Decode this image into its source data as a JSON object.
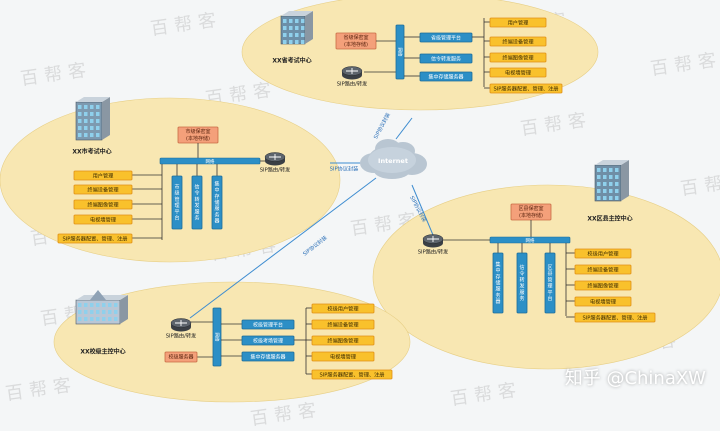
{
  "watermark": "百帮客",
  "footer": "知乎 @ChinaXW",
  "internet": "Internet",
  "link_label": "SIP协议封装",
  "router_label": "SIP路由/转发",
  "switch_label": "网络",
  "province": {
    "title": "XX省考试中心",
    "storage": [
      "省级保密室",
      "(本地存储)"
    ],
    "mid": [
      "省级管理平台",
      "信令转发服务",
      "集中存储服务器"
    ],
    "right": [
      "用户管理",
      "终端设备管理",
      "终端图像管理",
      "电视墙管理",
      "SIP服务器配置、管理、注册"
    ]
  },
  "city": {
    "title": "XX市考试中心",
    "storage": [
      "市级保密室",
      "(本地存储)"
    ],
    "left": [
      "用户管理",
      "终端设备管理",
      "终端图像管理",
      "电视墙管理",
      "SIP服务器配置、管理、注册"
    ],
    "vert": [
      "市级管理平台",
      "信令转发服务",
      "集中存储服务器"
    ]
  },
  "district": {
    "title": "XX区县主控中心",
    "storage": [
      "区县保密室",
      "(本地存储)"
    ],
    "vert": [
      "集中存储服务器",
      "信令转发服务",
      "区县管理平台"
    ],
    "right": [
      "校级用户管理",
      "终端设备管理",
      "终端图像管理",
      "电视墙管理",
      "SIP服务器配置、管理、注册"
    ]
  },
  "school": {
    "title": "XX校级主控中心",
    "storage": [
      "校级服务器"
    ],
    "mid": [
      "校级管理平台",
      "校级考场管理",
      "集中存储服务器"
    ],
    "right": [
      "校级用户管理",
      "终端设备管理",
      "终端图像管理",
      "电视墙管理",
      "SIP服务器配置、管理、注册"
    ]
  },
  "colors": {
    "ellipse": "#f8e7b2",
    "orange": "#f9c12c",
    "orange_border": "#e08f16",
    "blue": "#2c8fc6",
    "blue_border": "#1d6d99",
    "salmon": "#f4a07a",
    "line": "#3d8cd0"
  }
}
